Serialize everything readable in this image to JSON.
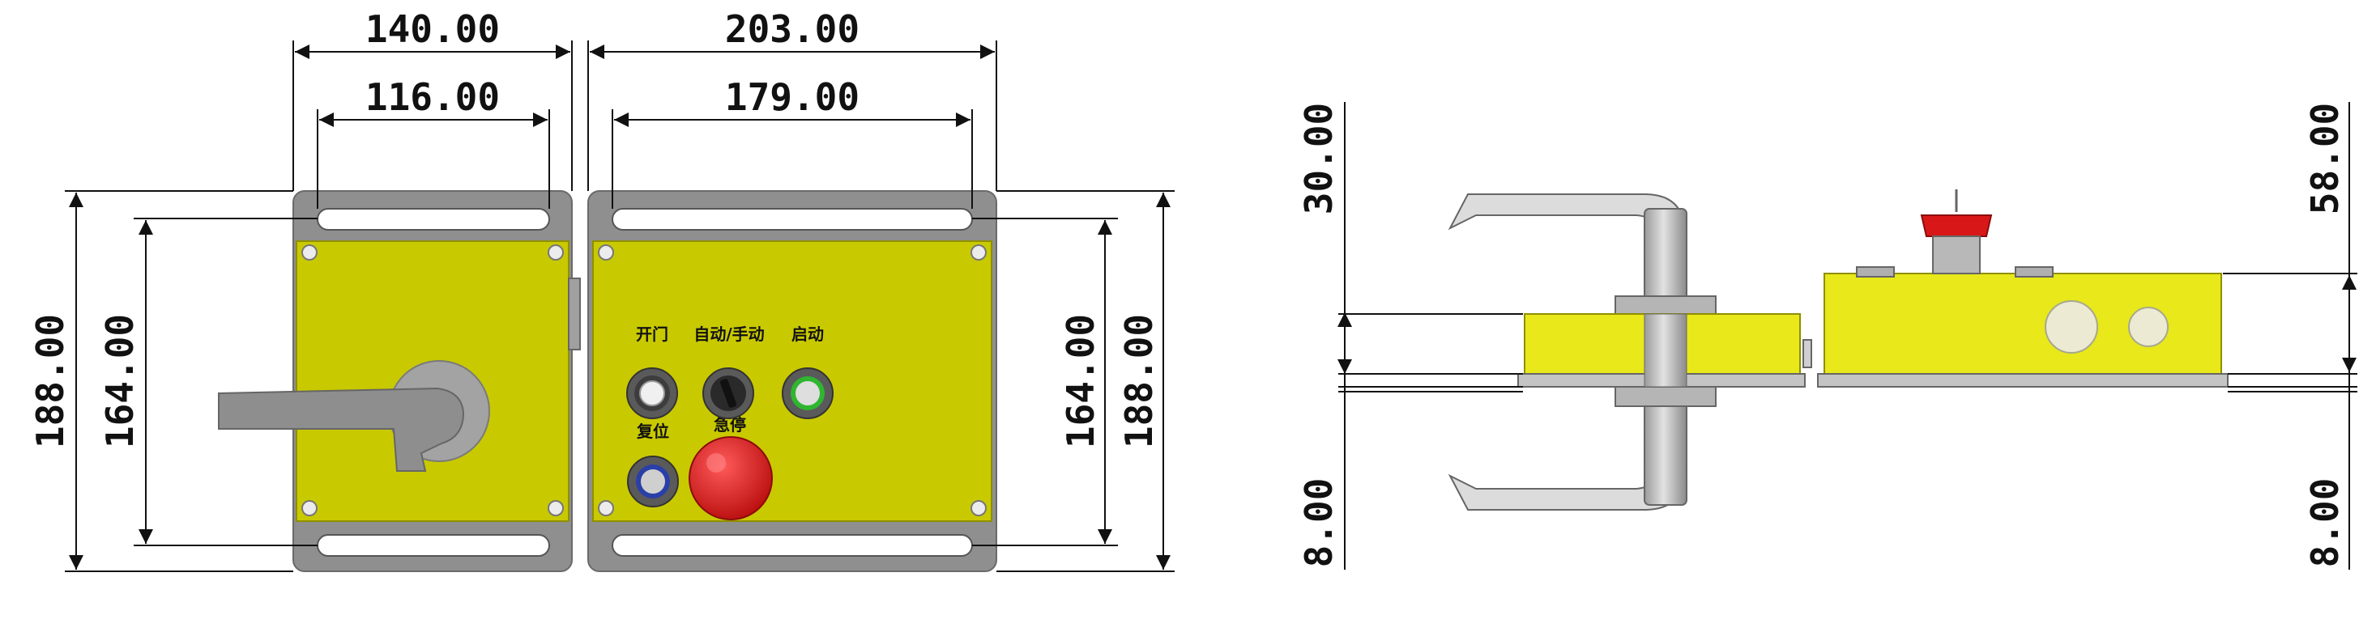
{
  "colors": {
    "housing_yellow": "#c9c900",
    "housing_yellow_bright": "#e8e81a",
    "frame_gray": "#8c8c8c",
    "estop_red": "#d81818",
    "start_ring_green": "#2fb52f",
    "reset_ring_blue": "#2b3fa8",
    "dimension_line": "#111111"
  },
  "front_view": {
    "left_unit": {
      "dim_outer_width": "140.00",
      "dim_inner_width": "116.00",
      "dim_outer_height": "188.00",
      "dim_inner_height": "164.00"
    },
    "right_unit": {
      "dim_outer_width": "203.00",
      "dim_inner_width": "179.00",
      "dim_inner_height": "164.00",
      "dim_outer_height": "188.00",
      "buttons": [
        {
          "label": "开门",
          "icon": "door-open-button-icon"
        },
        {
          "label": "自动/手动",
          "icon": "selector-switch-icon"
        },
        {
          "label": "启动",
          "icon": "start-button-icon"
        },
        {
          "label": "复位",
          "icon": "reset-button-icon"
        },
        {
          "label": "急停",
          "icon": "emergency-stop-icon"
        }
      ]
    }
  },
  "side_view": {
    "dim_top_left": "30.00",
    "dim_bottom_left": "8.00",
    "dim_top_right": "58.00",
    "dim_bottom_right": "8.00"
  }
}
